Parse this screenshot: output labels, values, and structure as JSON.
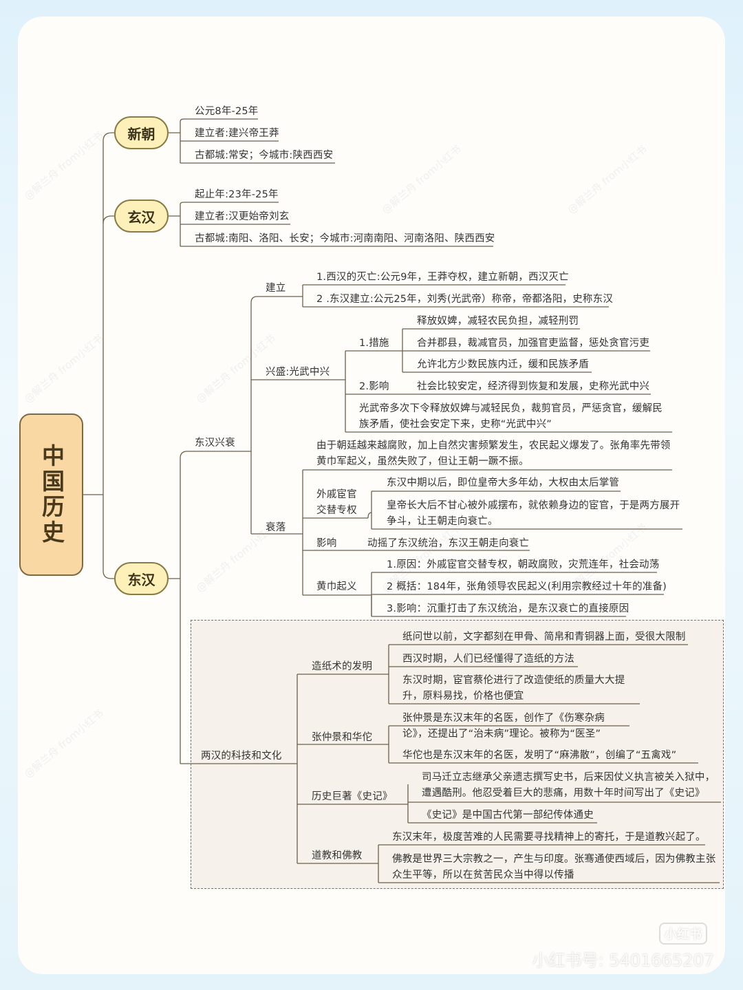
{
  "root": "中国历史",
  "dynasties": {
    "xin": "新朝",
    "xuanhan": "玄汉",
    "donghan": "东汉"
  },
  "xin": [
    "公元8年-25年",
    "建立者:建兴帝王莽",
    "古都城:常安；今城市:陕西西安"
  ],
  "xuanhan": [
    "起止年:23年-25年",
    "建立者:汉更始帝刘玄",
    "古都城:南阳、洛阳、长安；今城市:河南南阳、河南洛阳、陕西西安"
  ],
  "donghan": {
    "rise_fall": "东汉兴衰",
    "founding": {
      "label": "建立",
      "items": [
        "1.西汉的灭亡:公元9年，王莽夺权，建立新朝，西汉灭亡",
        "2 .东汉建立:公元25年，刘秀(光武帝）称帝，帝都洛阳，史称东汉"
      ]
    },
    "flourish": {
      "label": "兴盛:光武中兴",
      "measures_label": "1.措施",
      "measures": [
        "释放奴婢，减轻农民负担，减轻刑罚",
        "合并郡县，裁减官员，加强官吏监督，惩处贪官污吏",
        "允许北方少数民族内迁，缓和民族矛盾"
      ],
      "impact_label": "2.影响",
      "impact": "社会比较安定，经济得到恢复和发展，史称光武中兴",
      "summary": "光武帝多次下令释放奴婢与减轻民负，裁剪官员，严惩贪官，缓解民族矛盾，使社会安定下来，史称“光武中兴”"
    },
    "decline": {
      "label": "衰落",
      "intro": "由于朝廷越来越腐败，加上自然灾害频繁发生，农民起义爆发了。张角率先带领黄巾军起义，虽然失败了，但让王朝一蹶不振。",
      "eunuch_label": "外戚宦官交替专权",
      "eunuch": [
        "东汉中期以后，即位皇帝大多年幼，大权由太后掌管",
        "皇帝长大后不甘心被外戚摆布，就依赖身边的宦官，于是两方展开争斗，让王朝走向衰亡。"
      ],
      "impact_label": "影响",
      "impact": "动摇了东汉统治，东汉王朝走向衰亡",
      "yellow_label": "黄巾起义",
      "yellow": [
        "1.原因：外戚宦官交替专权，朝政腐败，灾荒连年，社会动荡",
        "2 概括：184年，张角领导农民起义(利用宗教经过十年的准备)",
        "3.影响：沉重打击了东汉统治，是东汉衰亡的直接原因"
      ]
    },
    "culture": {
      "label": "两汉的科技和文化",
      "paper_label": "造纸术的发明",
      "paper": [
        "纸问世以前，文字都刻在甲骨、简帛和青铜器上面，受很大限制",
        "西汉时期，人们已经懂得了造纸的方法",
        "东汉时期，宦官蔡伦进行了改造使纸的质量大大提升，原料易找，价格也便宜"
      ],
      "medicine_label": "张仲景和华佗",
      "medicine": [
        "张仲景是东汉末年的名医，创作了《伤寒杂病论》，还提出了“治未病”理论。被称为“医圣”",
        "华佗也是东汉末年的名医，发明了“麻沸散”，创编了“五禽戏”"
      ],
      "shiji_label": "历史巨著《史记》",
      "shiji": [
        "司马迁立志继承父亲遗志撰写史书，后来因仗义执言被关入狱中，遭遇酷刑。他忍受着巨大的悲痛，用数十年时间写出了《史记》",
        "《史记》是中国古代第一部纪传体通史"
      ],
      "religion_label": "道教和佛教",
      "religion": [
        "东汉末年，极度苦难的人民需要寻找精神上的寄托，于是道教兴起了。",
        "佛教是世界三大宗教之一，产生与印度。张骞通使西域后，因为佛教主张众生平等，所以在贫苦民众当中得以传播"
      ]
    }
  },
  "watermark": {
    "handle": "@解兰舟 from小红书",
    "logo": "小红书",
    "id": "小红书号: 5401665207"
  },
  "colors": {
    "root_fill": "#f9d8a3",
    "dynasty_fill": "#fdf0b8",
    "line": "#6b5f4a",
    "dashed_box_fill": "#f6f1ea"
  }
}
